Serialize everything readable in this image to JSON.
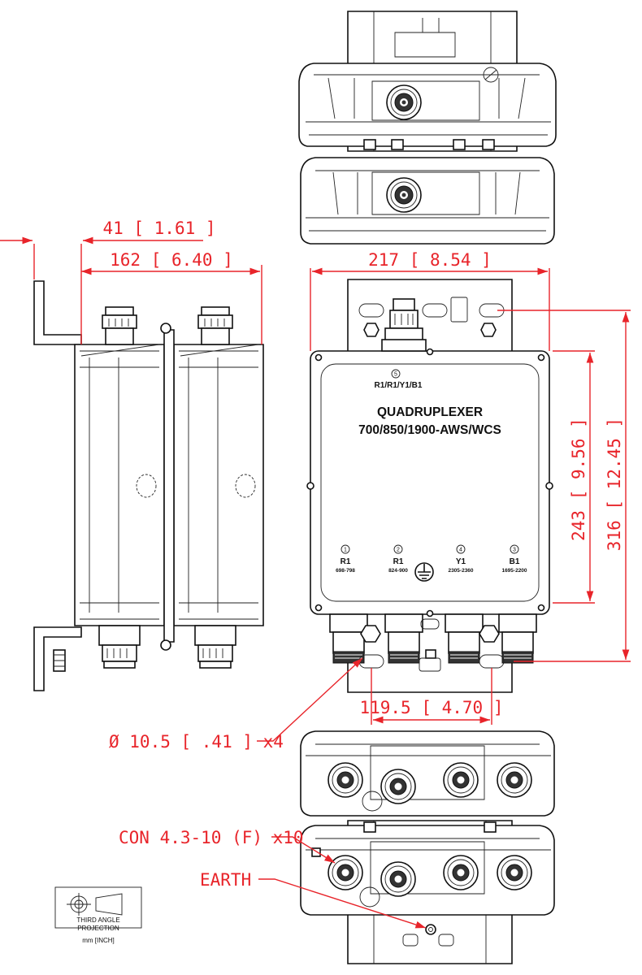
{
  "title": {
    "line1": "QUADRUPLEXER",
    "line2": "700/850/1900-AWS/WCS"
  },
  "top_port": {
    "number": "5",
    "label": "R1/R1/Y1/B1"
  },
  "ports": [
    {
      "number": "1",
      "band": "R1",
      "range": "698-798"
    },
    {
      "number": "2",
      "band": "R1",
      "range": "824-900"
    },
    {
      "number": "4",
      "band": "Y1",
      "range": "2305-2360"
    },
    {
      "number": "3",
      "band": "B1",
      "range": "1695-2200"
    }
  ],
  "dimensions": {
    "d41": "41 [ 1.61 ]",
    "d162": "162 [ 6.40 ]",
    "d217": "217 [ 8.54 ]",
    "d243": "243 [ 9.56 ]",
    "d316": "316 [ 12.45 ]",
    "d119": "119.5 [ 4.70 ]"
  },
  "callouts": {
    "hole": "Ø  10.5 [ .41 ]  x4",
    "connector": "CON 4.3-10 (F) x10",
    "earth": "EARTH"
  },
  "legend": {
    "line1": "THIRD ANGLE",
    "line2": "PROJECTION",
    "units": "mm [INCH]"
  },
  "colors": {
    "dimension": "#e8242a",
    "line": "#111111"
  }
}
